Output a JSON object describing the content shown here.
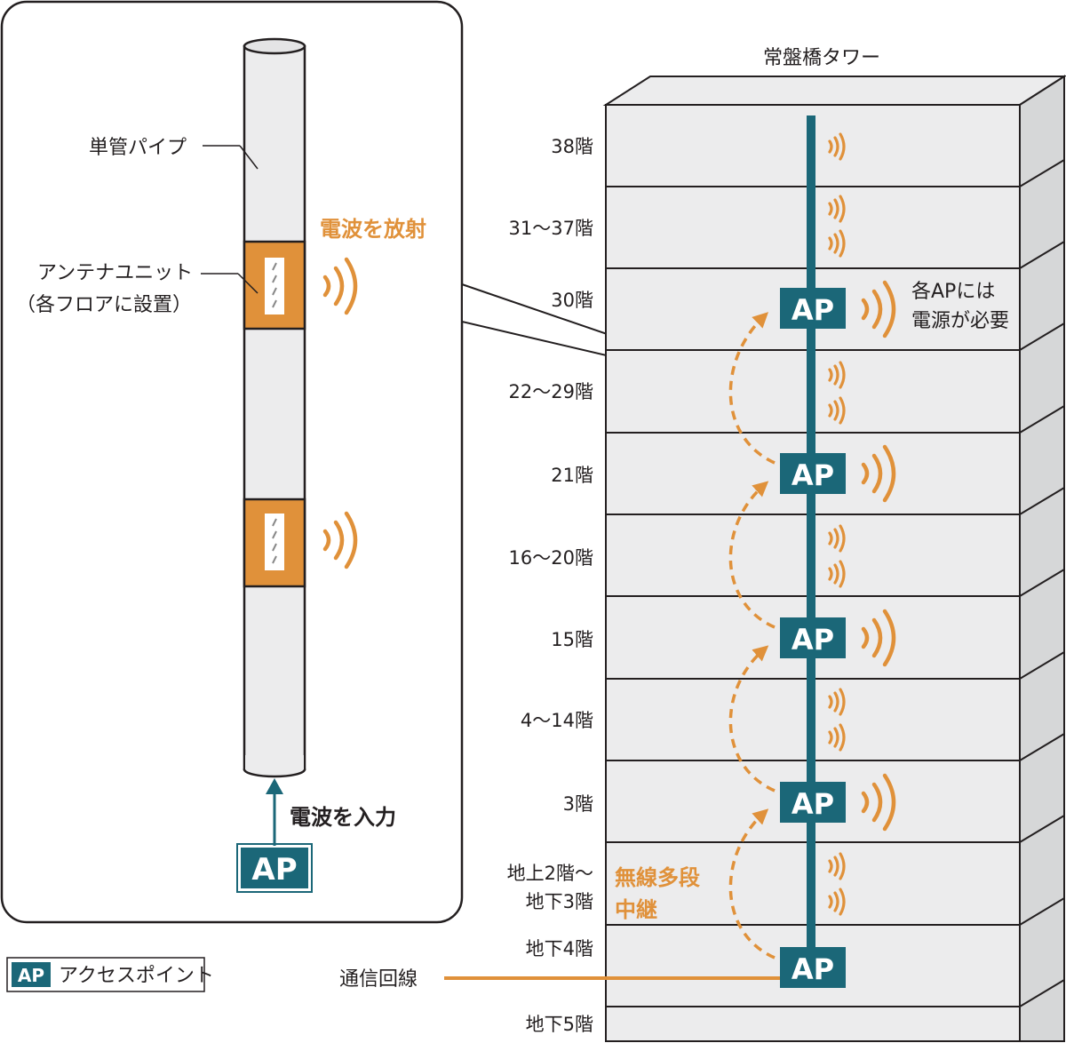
{
  "tower": {
    "title": "常盤橋タワー",
    "floors": [
      "38階",
      "31～37階",
      "30階",
      "22～29階",
      "21階",
      "16～20階",
      "15階",
      "4～14階",
      "3階",
      "地上2階～",
      "地下3階",
      "地下4階",
      "地下5階"
    ]
  },
  "detail": {
    "pipe_label": "単管パイプ",
    "antenna_label_1": "アンテナユニット",
    "antenna_label_2": "（各フロアに設置）",
    "radiate_label": "電波を放射",
    "input_label": "電波を入力"
  },
  "ap": {
    "text": "AP",
    "power_note_1": "各APには",
    "power_note_2": "電源が必要"
  },
  "relay": {
    "label_1": "無線多段",
    "label_2": "中継"
  },
  "line_label": "通信回線",
  "legend": {
    "badge": "AP",
    "text": "アクセスポイント"
  },
  "colors": {
    "teal": "#1b6778",
    "orange": "#e0913a",
    "floor_fill": "#ececed",
    "side_fill": "#d6d7d8",
    "outline": "#231f20"
  }
}
